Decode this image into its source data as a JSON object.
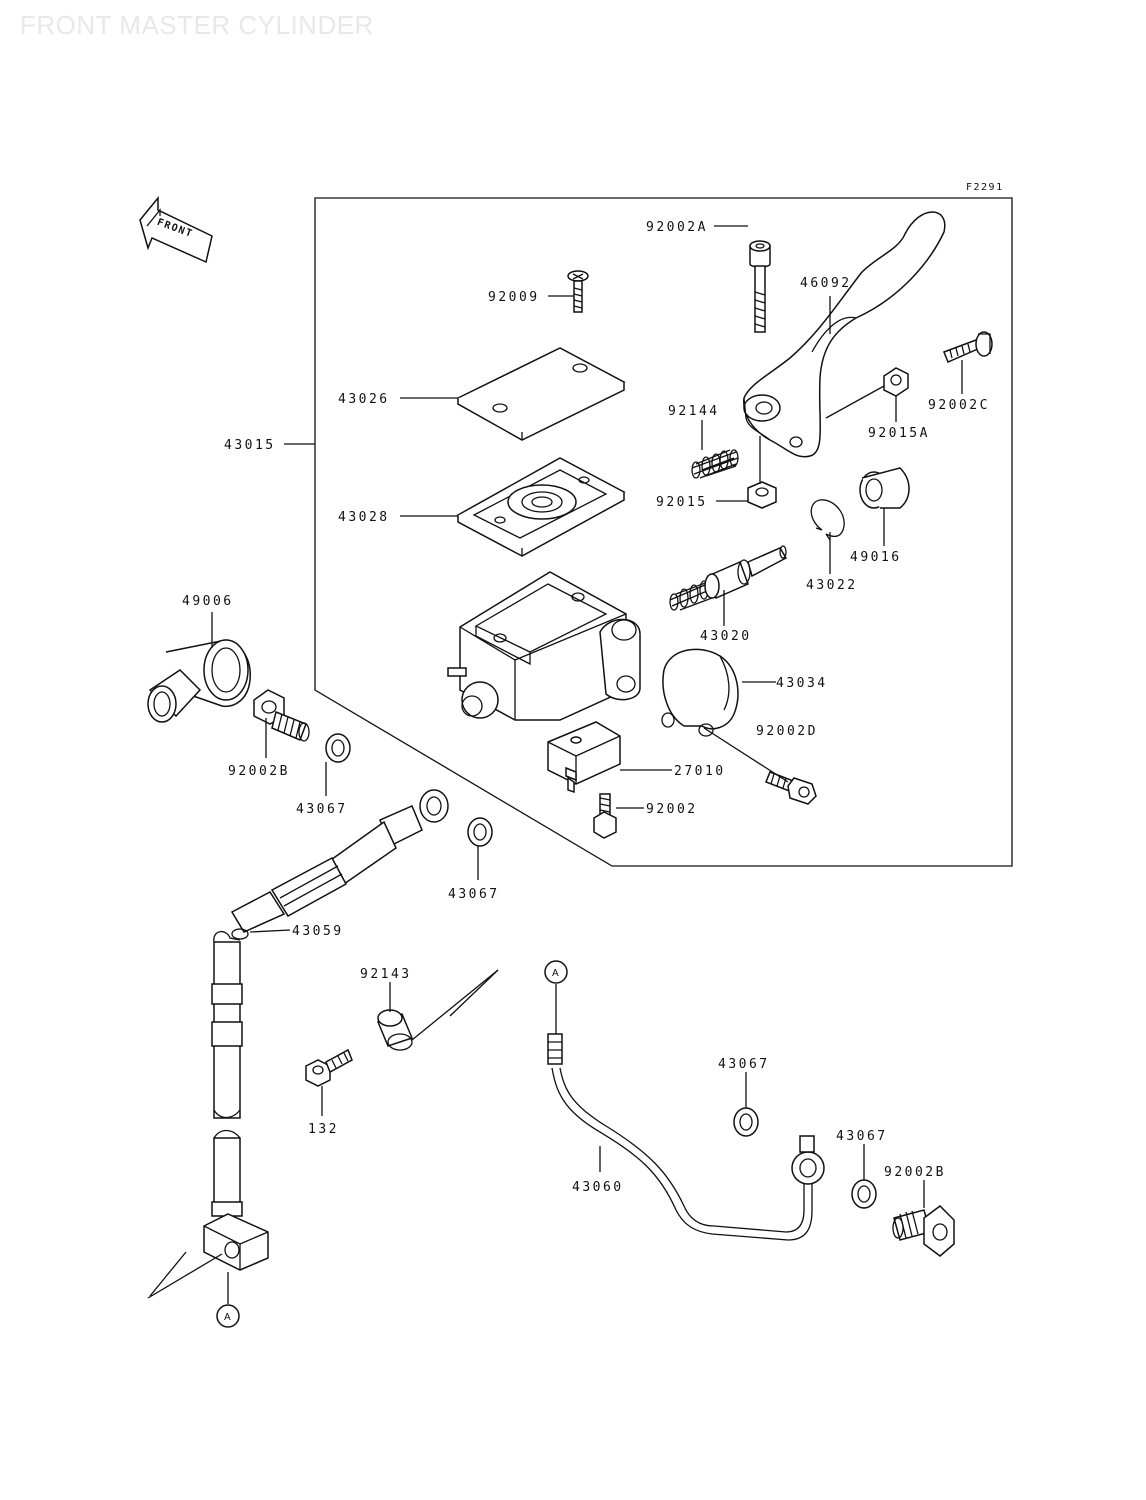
{
  "header": {
    "title": "FRONT MASTER CYLINDER"
  },
  "figure_code": "F2291",
  "front_arrow": "FRONT",
  "callouts": {
    "c_92002A": "92002A",
    "c_92009": "92009",
    "c_46092": "46092",
    "c_43026": "43026",
    "c_92144": "92144",
    "c_92002C": "92002C",
    "c_92015A": "92015A",
    "c_43015": "43015",
    "c_92015": "92015",
    "c_43028": "43028",
    "c_49016": "49016",
    "c_43022": "43022",
    "c_49006": "49006",
    "c_43020": "43020",
    "c_43034": "43034",
    "c_92002D": "92002D",
    "c_92002B_top": "92002B",
    "c_27010": "27010",
    "c_43067_a": "43067",
    "c_92002": "92002",
    "c_43067_b": "43067",
    "c_43059": "43059",
    "c_92143": "92143",
    "c_43067_c": "43067",
    "c_132": "132",
    "c_43067_d": "43067",
    "c_92002B_bottom": "92002B",
    "c_43060": "43060",
    "ref_A_top": "A",
    "ref_A_bottom": "A"
  }
}
